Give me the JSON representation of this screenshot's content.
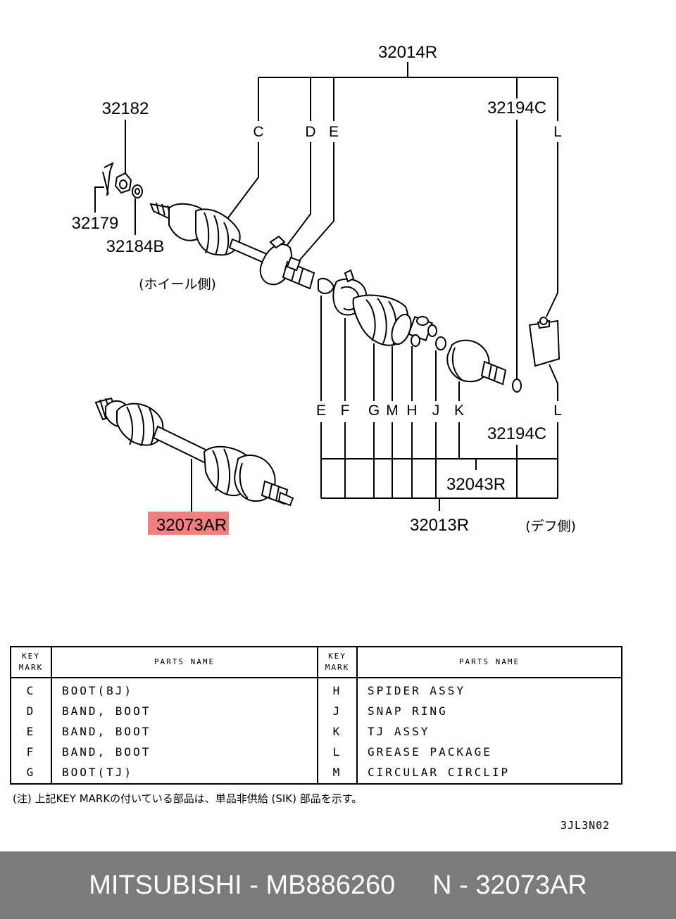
{
  "diagram": {
    "callouts": {
      "assy_32014R": "32014R",
      "nut_32182": "32182",
      "pin_32179": "32179",
      "washer_32184B": "32184B",
      "side_wheel": "(ホイール側)",
      "grease_32194C_top": "32194C",
      "grease_32194C_bottom": "32194C",
      "kit_32043R": "32043R",
      "kit_32013R": "32013R",
      "side_diff": "(デフ側)",
      "highlighted_part": "32073AR"
    },
    "key_marks_top": [
      "C",
      "D",
      "E",
      "L"
    ],
    "key_marks_bottom": [
      "E",
      "F",
      "G",
      "M",
      "H",
      "J",
      "K",
      "L"
    ],
    "highlight_color": "#f08080"
  },
  "table": {
    "header_key": [
      "KEY",
      "MARK"
    ],
    "header_parts": "PARTS NAME",
    "left_rows": [
      {
        "key": "C",
        "name": "BOOT(BJ)"
      },
      {
        "key": "D",
        "name": "BAND, BOOT"
      },
      {
        "key": "E",
        "name": "BAND, BOOT"
      },
      {
        "key": "F",
        "name": "BAND, BOOT"
      },
      {
        "key": "G",
        "name": "BOOT(TJ)"
      }
    ],
    "right_rows": [
      {
        "key": "H",
        "name": "SPIDER ASSY"
      },
      {
        "key": "J",
        "name": "SNAP RING"
      },
      {
        "key": "K",
        "name": "TJ ASSY"
      },
      {
        "key": "L",
        "name": "GREASE PACKAGE"
      },
      {
        "key": "M",
        "name": "CIRCULAR CIRCLIP"
      }
    ]
  },
  "note": "(注) 上記KEY MARKの付いている部品は、単品非供給 (SIK) 部品を示す。",
  "drawing_code": "3JL3N02",
  "footer": {
    "text": "MITSUBISHI - MB886260     N - 32073AR",
    "background": "#7b7b7b"
  }
}
